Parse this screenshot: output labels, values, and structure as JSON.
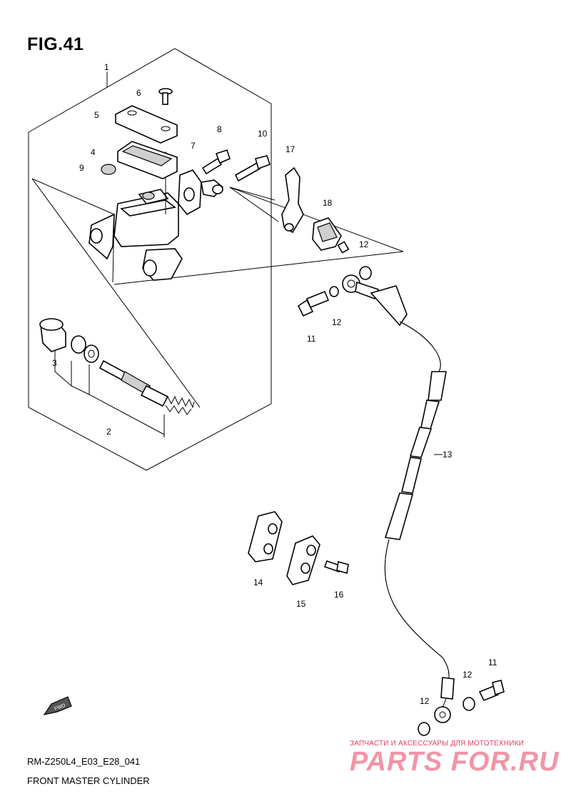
{
  "header": {
    "figure_title": "FIG.41"
  },
  "footer": {
    "model_code": "RM-Z250L4_E03_E28_041",
    "caption": "FRONT MASTER CYLINDER"
  },
  "fwd_badge": {
    "label": "FWD",
    "icon": "fwd-arrow-icon"
  },
  "watermark": {
    "tagline": "ЗАПЧАСТИ И АКСЕССУАРЫ ДЛЯ МОТОТЕХНИКИ",
    "brand": "PARTS FOR.RU"
  },
  "callouts": {
    "c1": "1",
    "c2": "2",
    "c3": "3",
    "c4": "4",
    "c5": "5",
    "c6": "6",
    "c7": "7",
    "c8": "8",
    "c9": "9",
    "c10": "10",
    "c11a": "11",
    "c11b": "11",
    "c12a": "12",
    "c12b": "12",
    "c12c": "12",
    "c12d": "12",
    "c13": "13",
    "c14": "14",
    "c15": "15",
    "c16": "16",
    "c17": "17",
    "c18": "18"
  }
}
